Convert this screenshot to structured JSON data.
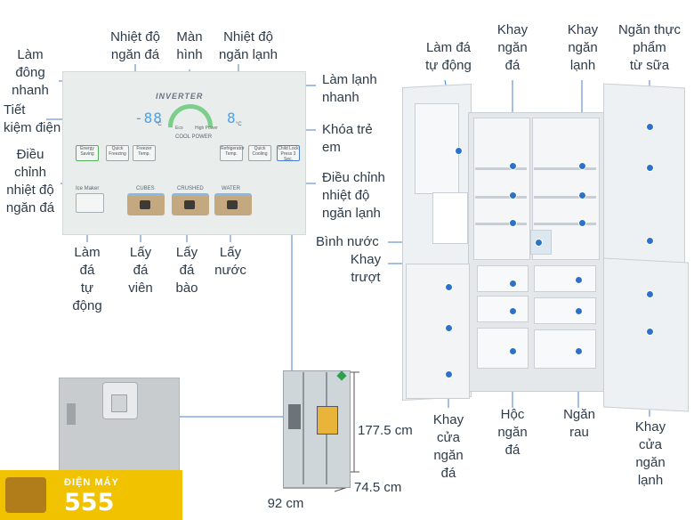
{
  "panel": {
    "labels": {
      "lam_dong_nhanh": "Làm\nđông\nnhanh",
      "tiet_kiem": "Tiết\nkiệm điện",
      "dieu_chinh_da": "Điều\nchỉnh\nnhiệt độ\nngăn đá",
      "nhiet_do_da": "Nhiệt độ\nngăn đá",
      "man_hinh": "Màn\nhình",
      "nhiet_do_lanh": "Nhiệt độ\nngăn lạnh",
      "lam_lanh_nhanh": "Làm lạnh\nnhanh",
      "khoa_tre_em": "Khóa trẻ\nem",
      "dieu_chinh_lanh": "Điều chỉnh\nnhiệt độ\nngăn lạnh",
      "lam_da_tu_dong": "Làm\nđá\ntự\nđộng",
      "lay_da_vien": "Lấy\nđá\nviên",
      "lay_da_bao": "Lấy\nđá\nbào",
      "lay_nuoc": "Lấy\nnước"
    },
    "screen": {
      "brand": "INVERTER",
      "freezer_digits": "-88",
      "fridge_digits": "8",
      "unit": "°C",
      "mode": "COOL POWER",
      "eco_left": "Eco",
      "eco_right": "High Power"
    },
    "buttons": {
      "energy": "Energy Saving",
      "quick_freezing": "Quick Freezing",
      "freezer_temp": "Freezer Temp.",
      "refrigerator_temp": "Refrigerator Temp.",
      "quick_cooling": "Quick Cooling",
      "child_lock": "Child Lock Press 3 Sec.",
      "ice_maker": "Ice Maker",
      "cubes": "CUBES",
      "crushed": "CRUSHED",
      "water": "WATER"
    }
  },
  "fridge": {
    "labels": {
      "lam_da_tu_dong": "Làm đá\ntự động",
      "khay_ngan_da": "Khay\nngăn\nđá",
      "khay_ngan_lanh": "Khay\nngăn\nlạnh",
      "ngan_thuc_pham": "Ngăn thực\nphẩm\ntừ sữa",
      "binh_nuoc": "Bình nước",
      "khay_truot": "Khay\ntrượt",
      "khay_cua_ngan_da": "Khay\ncửa\nngăn\nđá",
      "hoc_ngan_da": "Hộc\nngăn\nđá",
      "ngan_rau": "Ngăn\nrau",
      "khay_cua_ngan_lanh": "Khay\ncửa\nngăn\nlạnh"
    }
  },
  "dimensions": {
    "height": "177.5 cm",
    "depth": "74.5 cm",
    "width": "92 cm"
  },
  "logo": {
    "line1": "ĐIỆN MÁY",
    "line2": "555"
  },
  "colors": {
    "accent_blue": "#2b73c9",
    "logo_yellow": "#f0c200",
    "display_blue": "#4aa3e8"
  }
}
